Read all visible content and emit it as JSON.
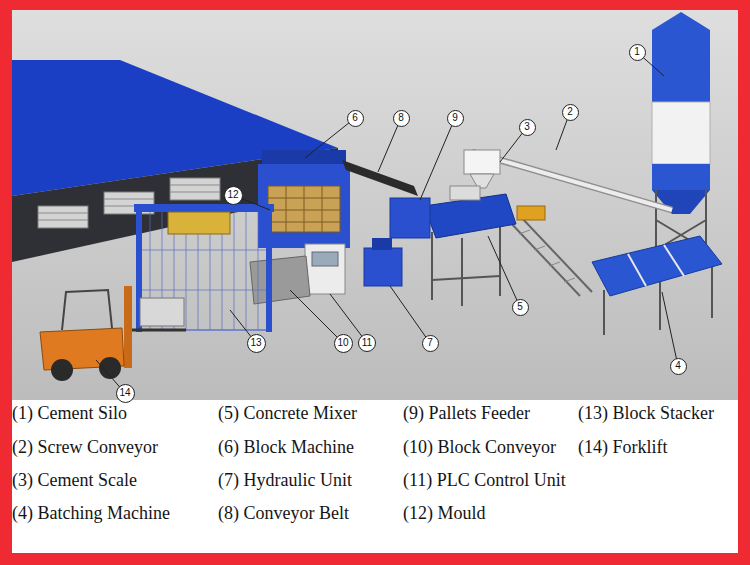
{
  "diagram": {
    "nodes": [
      {
        "text": [
          "1"
        ]
      },
      {
        "text": [
          "2"
        ]
      },
      {
        "text": [
          "3"
        ]
      },
      {
        "text": [
          "4"
        ]
      },
      {
        "text": [
          "5"
        ]
      },
      {
        "text": [
          "6"
        ]
      },
      {
        "text": [
          "7"
        ]
      },
      {
        "text": [
          "8"
        ]
      },
      {
        "text": [
          "9"
        ]
      },
      {
        "text": [
          "10"
        ]
      },
      {
        "text": [
          "11"
        ]
      },
      {
        "text": [
          "12"
        ]
      },
      {
        "text": [
          "13"
        ]
      },
      {
        "text": [
          "14"
        ]
      }
    ],
    "labels": [
      "(1) Cement Silo",
      "(5) Concrete Mixer",
      "(9) Pallets Feeder",
      "(13) Block Stacker",
      "(2) Screw Conveyor",
      "(6) Block Machine",
      "(10) Block Conveyor",
      "(14) Forklift",
      "(3) Cement Scale",
      "(7) Hydraulic Unit",
      "(11) PLC Control Unit",
      "(4) Batching Machine",
      "(8) Conveyor Belt",
      "(12) Mould"
    ]
  }
}
